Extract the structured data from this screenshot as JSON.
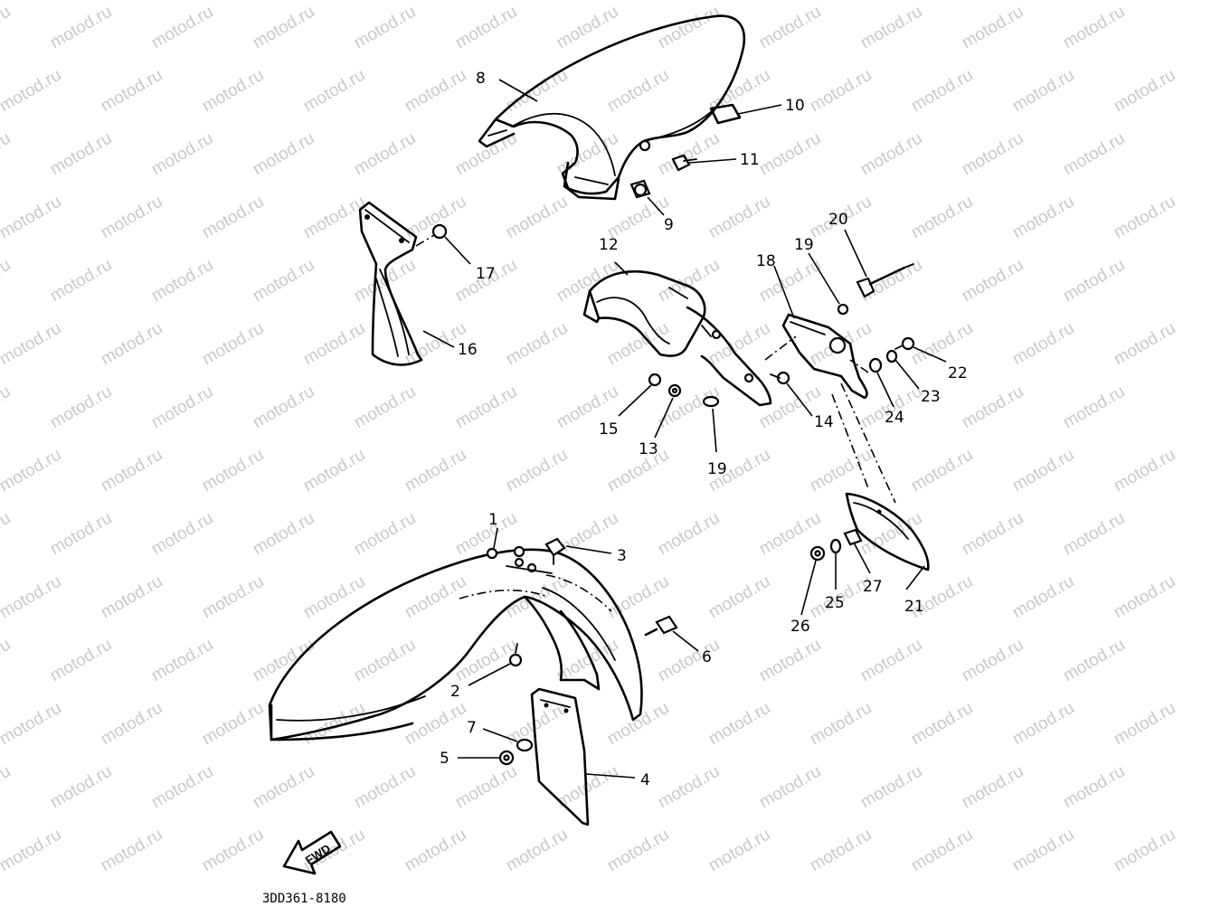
{
  "watermark": "motod.ru",
  "diagram_code": "3DD361-8180",
  "fwd_label": "FWD",
  "callouts": [
    {
      "id": "c1",
      "label": "1"
    },
    {
      "id": "c2",
      "label": "2"
    },
    {
      "id": "c3",
      "label": "3"
    },
    {
      "id": "c4",
      "label": "4"
    },
    {
      "id": "c5",
      "label": "5"
    },
    {
      "id": "c6",
      "label": "6"
    },
    {
      "id": "c7",
      "label": "7"
    },
    {
      "id": "c8",
      "label": "8"
    },
    {
      "id": "c9",
      "label": "9"
    },
    {
      "id": "c10",
      "label": "10"
    },
    {
      "id": "c11",
      "label": "11"
    },
    {
      "id": "c12",
      "label": "12"
    },
    {
      "id": "c13",
      "label": "13"
    },
    {
      "id": "c14",
      "label": "14"
    },
    {
      "id": "c15",
      "label": "15"
    },
    {
      "id": "c16",
      "label": "16"
    },
    {
      "id": "c17",
      "label": "17"
    },
    {
      "id": "c18",
      "label": "18"
    },
    {
      "id": "c19a",
      "label": "19"
    },
    {
      "id": "c19b",
      "label": "19"
    },
    {
      "id": "c20",
      "label": "20"
    },
    {
      "id": "c21",
      "label": "21"
    },
    {
      "id": "c22",
      "label": "22"
    },
    {
      "id": "c23",
      "label": "23"
    },
    {
      "id": "c24",
      "label": "24"
    },
    {
      "id": "c25",
      "label": "25"
    },
    {
      "id": "c26",
      "label": "26"
    },
    {
      "id": "c27",
      "label": "27"
    }
  ]
}
